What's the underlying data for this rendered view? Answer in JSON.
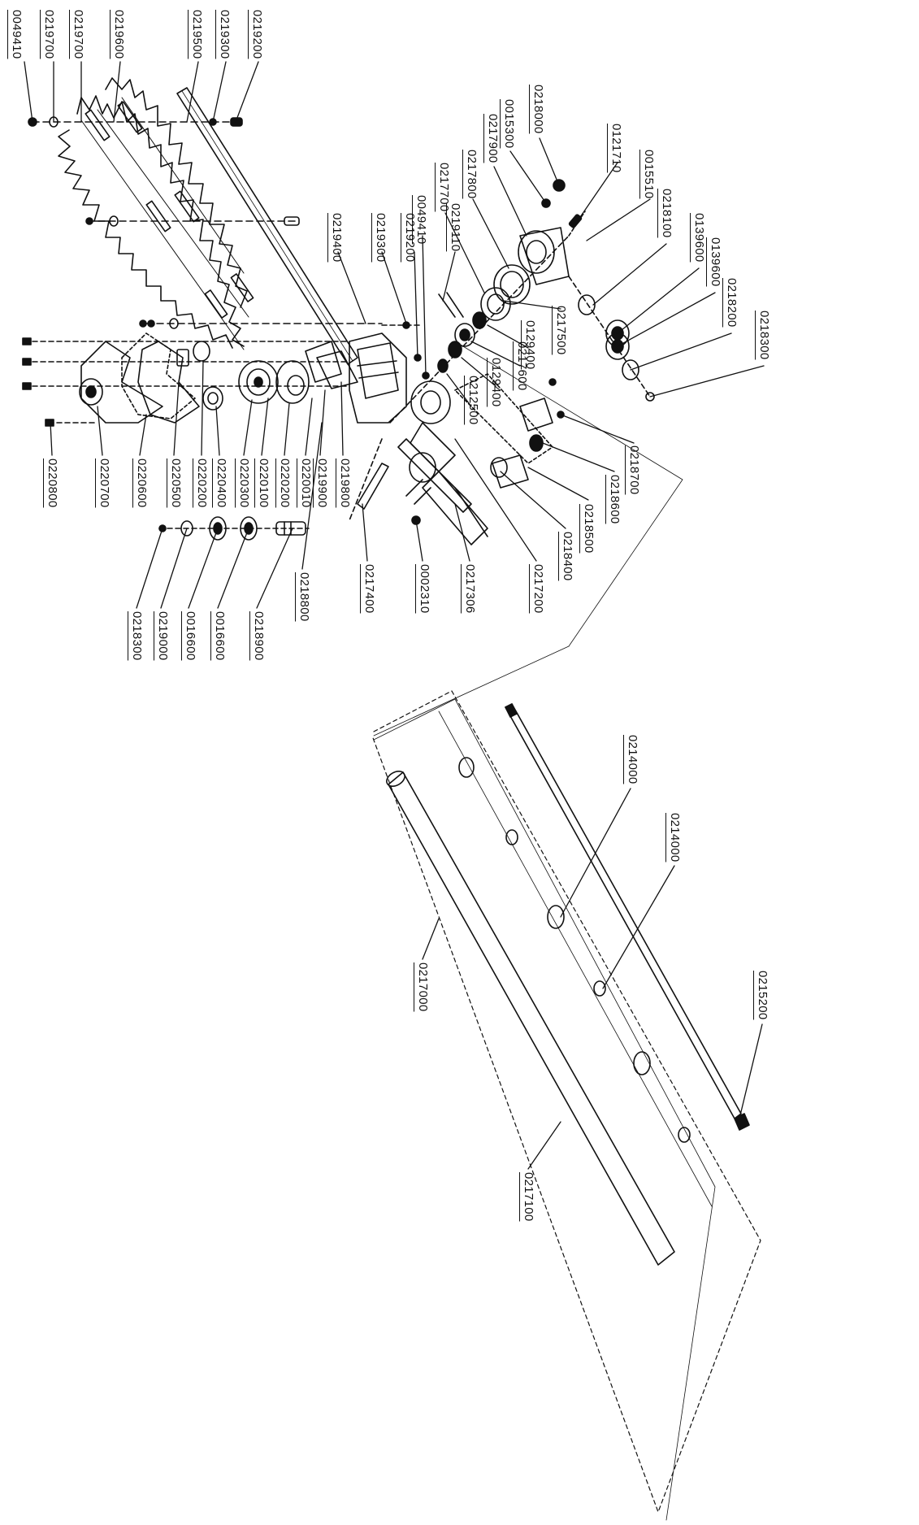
{
  "labels": [
    "0049410",
    "0219700",
    "0219700",
    "0219600",
    "0219500",
    "0219300",
    "0219200",
    "0218000",
    "0015300",
    "0217900",
    "0121710",
    "0015510",
    "0217800",
    "0217700",
    "0219400",
    "0219300",
    "0219200",
    "0049410",
    "0219110",
    "0218100",
    "0139600",
    "0139600",
    "0218200",
    "0218300",
    "0217500",
    "0129400",
    "0217600",
    "0129400",
    "0212500",
    "0218700",
    "0218600",
    "0218500",
    "0218400",
    "0217200",
    "0217306",
    "0002310",
    "0217400",
    "0218800",
    "0219800",
    "0219900",
    "0220010",
    "0220200",
    "0220100",
    "0220300",
    "0220400",
    "0220200",
    "0220500",
    "0220600",
    "0220700",
    "0220800",
    "0218300",
    "0219000",
    "0016600",
    "0016600",
    "0218900",
    "0214000",
    "0214000",
    "0215200",
    "0217000",
    "0217100"
  ]
}
